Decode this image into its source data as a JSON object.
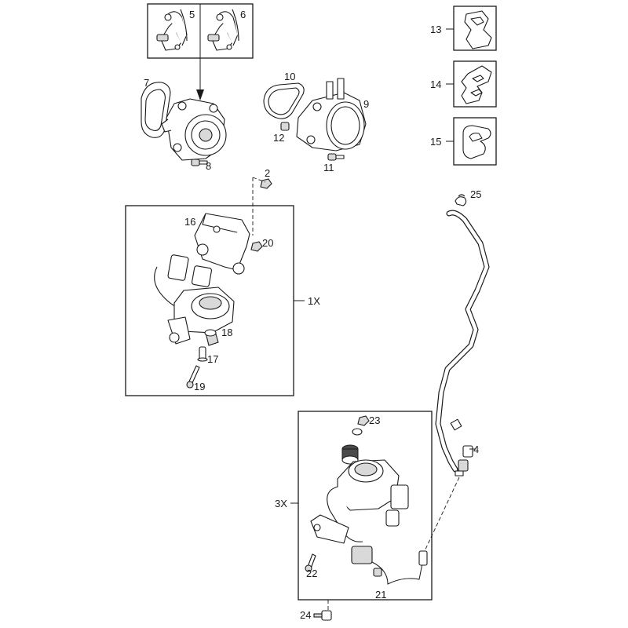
{
  "callouts": {
    "c1X": "1X",
    "c2": "2",
    "c3X": "3X",
    "c4": "4",
    "c5": "5",
    "c6": "6",
    "c7": "7",
    "c8": "8",
    "c9": "9",
    "c10": "10",
    "c11": "11",
    "c12": "12",
    "c13": "13",
    "c14": "14",
    "c15": "15",
    "c16": "16",
    "c17": "17",
    "c18": "18",
    "c19": "19",
    "c20": "20",
    "c21": "21",
    "c22": "22",
    "c23": "23",
    "c24": "24",
    "c25": "25"
  },
  "colors": {
    "line": "#1a1a1a",
    "fill_light": "#d9d9d9",
    "fill_dark": "#4a4a4a",
    "background": "#ffffff"
  }
}
